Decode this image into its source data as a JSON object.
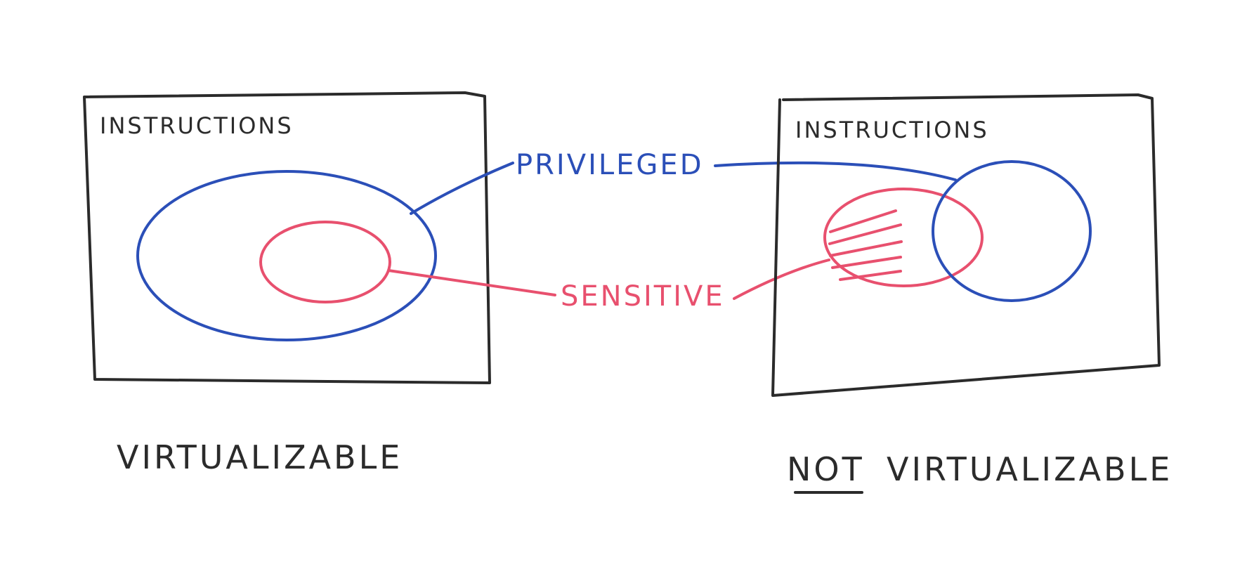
{
  "diagram": {
    "left_panel": {
      "box_label": "INSTRUCTIONS",
      "caption": "VIRTUALIZABLE"
    },
    "right_panel": {
      "box_label": "INSTRUCTIONS",
      "caption_emphasis": "NOT",
      "caption_rest": "VIRTUALIZABLE"
    },
    "labels": {
      "privileged": "PRIVILEGED",
      "sensitive": "SENSITIVE"
    },
    "colors": {
      "ink": "#2b2b2b",
      "privileged": "#2b4fb8",
      "sensitive": "#e8506e"
    }
  }
}
